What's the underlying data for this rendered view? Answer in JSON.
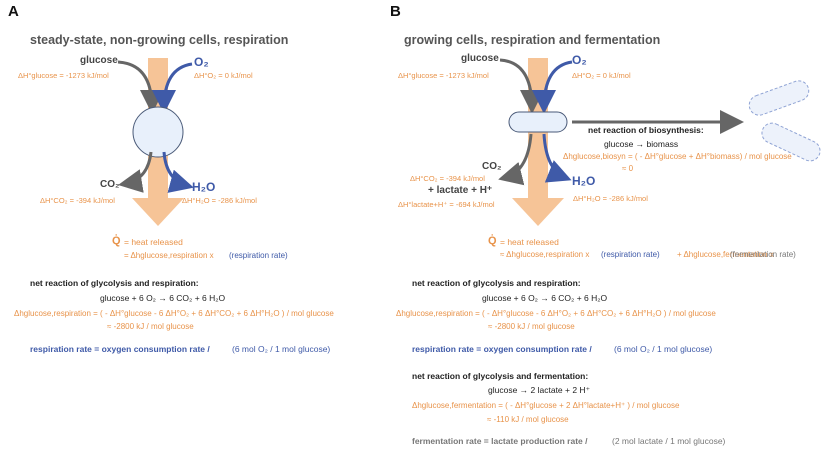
{
  "panelA": {
    "letter": "A",
    "title": "steady-state, non-growing cells, respiration",
    "glucose": "glucose",
    "glucose_dh": "ΔH°glucose = -1273 kJ/mol",
    "o2": "O₂",
    "o2_dh": "ΔH°O₂ = 0 kJ/mol",
    "co2": "CO₂",
    "co2_dh": "ΔH°CO₂ = -394 kJ/mol",
    "h2o": "H₂O",
    "h2o_dh": "ΔH°H₂O = -286 kJ/mol",
    "q_symbol": "Q̇",
    "q_label": "= heat released",
    "q_eq": "= Δhglucose,respiration x",
    "q_rate": "(respiration rate)",
    "net_head": "net reaction of glycolysis and respiration:",
    "net_eq": "glucose   +   6 O₂    →   6 CO₂    +  6 H₂O",
    "dh_eq": "Δhglucose,respiration =  ( - ΔH°glucose   -   6 ΔH°O₂   +   6 ΔH°CO₂   +  6 ΔH°H₂O ) / mol glucose",
    "dh_val": "≈ -2800 kJ / mol glucose",
    "rate_bold": "respiration rate = oxygen consumption rate /",
    "rate_norm": "(6 mol O₂ / 1 mol glucose)"
  },
  "panelB": {
    "letter": "B",
    "title": "growing cells, respiration and fermentation",
    "glucose": "glucose",
    "glucose_dh": "ΔH°glucose = -1273 kJ/mol",
    "o2": "O₂",
    "o2_dh": "ΔH°O₂ = 0 kJ/mol",
    "co2": "CO₂",
    "co2_dh": "ΔH°CO₂ = -394 kJ/mol",
    "lactate": "+ lactate + H⁺",
    "lactate_dh": "ΔH°lactate+H⁺ = -694 kJ/mol",
    "h2o": "H₂O",
    "h2o_dh": "ΔH°H₂O = -286 kJ/mol",
    "bio_head": "net reaction of biosynthesis:",
    "bio_eq": "glucose  →  biomass",
    "bio_dh": "Δhglucose,biosyn = ( - ΔH°glucose + ΔH°biomass) / mol glucose",
    "bio_val": "≈ 0",
    "q_symbol": "Q̇",
    "q_label": "= heat released",
    "q_eq1": "≈ Δhglucose,respiration x",
    "q_rate1": "(respiration rate)",
    "q_eq2": "+ Δhglucose,fermentation x",
    "q_rate2": "(fermentation rate)",
    "net_head": "net reaction of glycolysis and respiration:",
    "net_eq": "glucose   +   6 O₂    →    6 CO₂    +    6 H₂O",
    "dh_eq": "Δhglucose,respiration =  ( - ΔH°glucose  - 6 ΔH°O₂    +    6 ΔH°CO₂  +  6 ΔH°H₂O ) / mol glucose",
    "dh_val": "≈ -2800 kJ / mol glucose",
    "rate_bold": "respiration rate = oxygen consumption rate /",
    "rate_norm": "(6 mol O₂ / 1 mol glucose)",
    "ferm_head": "net reaction of glycolysis and fermentation:",
    "ferm_eq": "glucose          →          2 lactate + 2 H⁺",
    "ferm_dh": "Δhglucose,fermentation =   ( - ΔH°glucose     +     2 ΔH°lactate+H⁺ ) / mol glucose",
    "ferm_val": "≈ -110 kJ / mol glucose",
    "ferm_rate_bold": "fermentation rate = lactate production rate /",
    "ferm_rate_norm": "(2 mol lactate / 1 mol glucose)"
  },
  "colors": {
    "orange": "#e8934a",
    "heat_arrow": "#f6c497",
    "blue": "#3f5aa8",
    "grey_arrow": "#666666",
    "cell_fill": "#e8f0fb",
    "cell_stroke": "#4a5a78"
  }
}
